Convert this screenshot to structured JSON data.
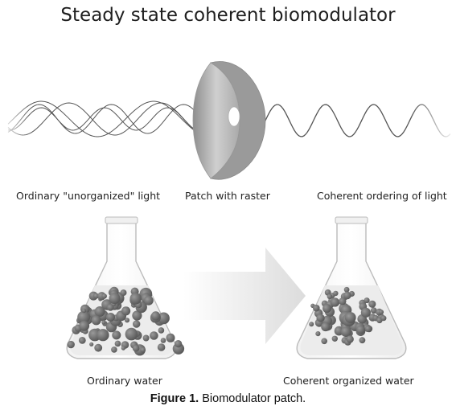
{
  "title": "Steady state coherent biomodulator",
  "labels": {
    "ordinary_light": "Ordinary \"unorganized\" light",
    "patch": "Patch with raster",
    "coherent_light": "Coherent ordering of light",
    "ordinary_water": "Ordinary water",
    "coherent_water": "Coherent organized water"
  },
  "caption": {
    "figure_label": "Figure 1.",
    "text": "Biomodulator patch."
  },
  "colors": {
    "wave": "#555555",
    "patch": "#b8b8b8",
    "bubbles": "#6e6e6e",
    "arrow": "#e6e6e6"
  }
}
